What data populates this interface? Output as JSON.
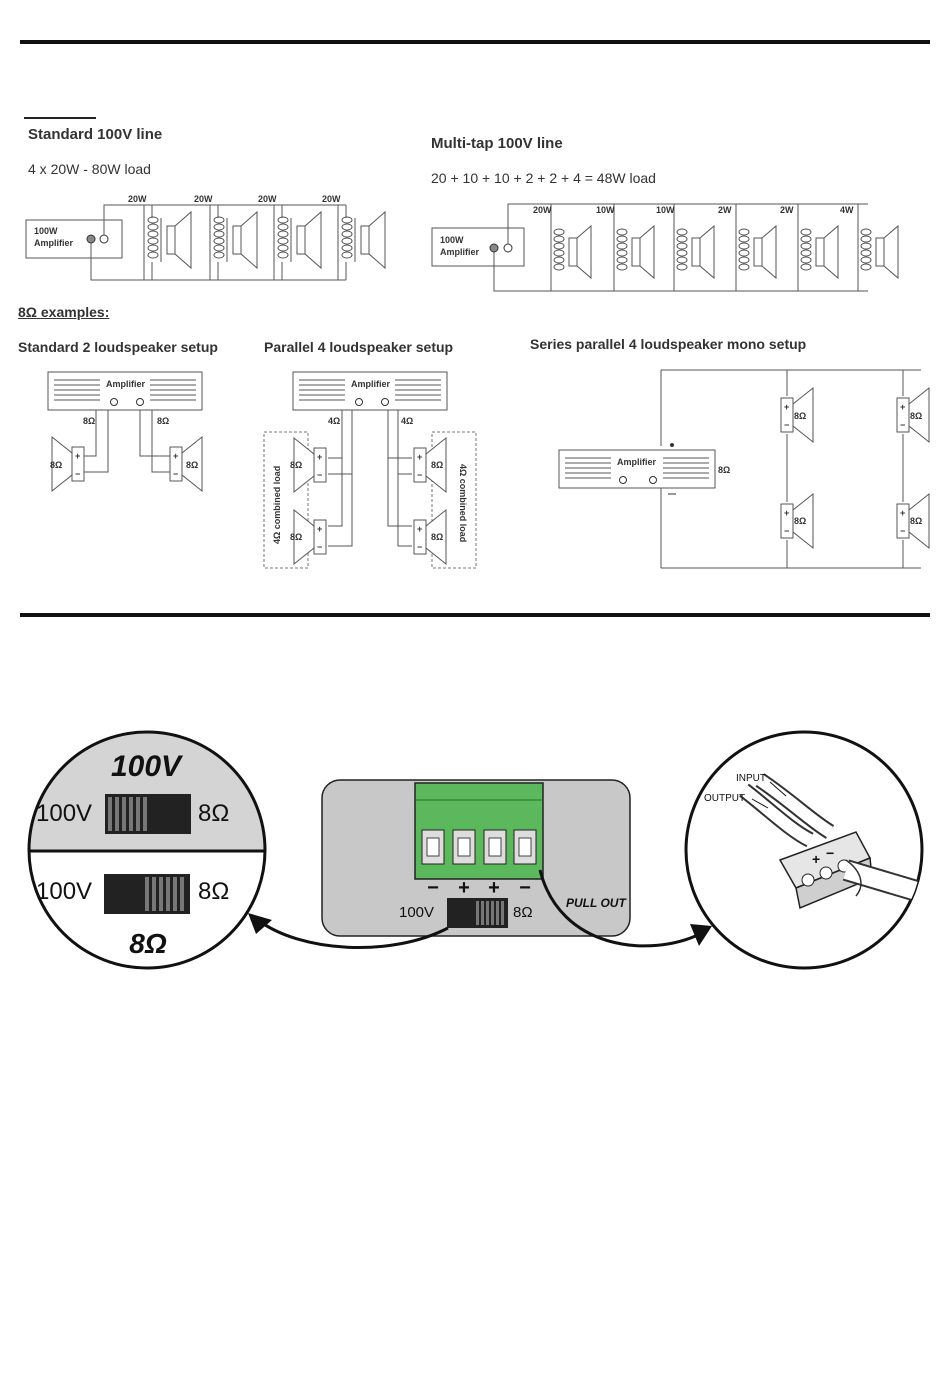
{
  "standard_100v": {
    "title": "Standard 100V line",
    "subtitle": "4 x 20W - 80W load",
    "amplifier": [
      "100W",
      "Amplifier"
    ],
    "taps": [
      "20W",
      "20W",
      "20W",
      "20W"
    ]
  },
  "multitap_100v": {
    "title": "Multi-tap 100V line",
    "subtitle": "20 + 10 + 10 + 2 + 2 + 4 = 48W load",
    "amplifier": [
      "100W",
      "Amplifier"
    ],
    "taps": [
      "20W",
      "10W",
      "10W",
      "2W",
      "2W",
      "4W"
    ]
  },
  "examples_8ohm": {
    "heading": "8Ω examples:",
    "standard2": {
      "title": "Standard 2 loudspeaker setup",
      "amp_label": "Amplifier",
      "out_left": "8Ω",
      "out_right": "8Ω",
      "spk_left": "8Ω",
      "spk_right": "8Ω"
    },
    "parallel4": {
      "title": "Parallel 4 loudspeaker setup",
      "amp_label": "Amplifier",
      "out_left": "4Ω",
      "out_right": "4Ω",
      "combined_left": "4Ω combined load",
      "combined_right": "4Ω combined load",
      "spk": "8Ω"
    },
    "series_parallel4": {
      "title": "Series parallel 4 loudspeaker mono setup",
      "amp_label": "Amplifier",
      "out": "8Ω",
      "spk": "8Ω"
    }
  },
  "switch_panel": {
    "mode_100v_title": "100V",
    "mode_8ohm_title": "8Ω",
    "label_left": "100V",
    "label_right": "8Ω",
    "terminal_polarity": [
      "−",
      "+",
      "+",
      "−"
    ],
    "pull_out": "PULL OUT",
    "input_label": "INPUT",
    "output_label": "OUTPUT"
  },
  "colors": {
    "terminal_green": "#5cb85c",
    "panel_gray": "#c8c8c8"
  }
}
